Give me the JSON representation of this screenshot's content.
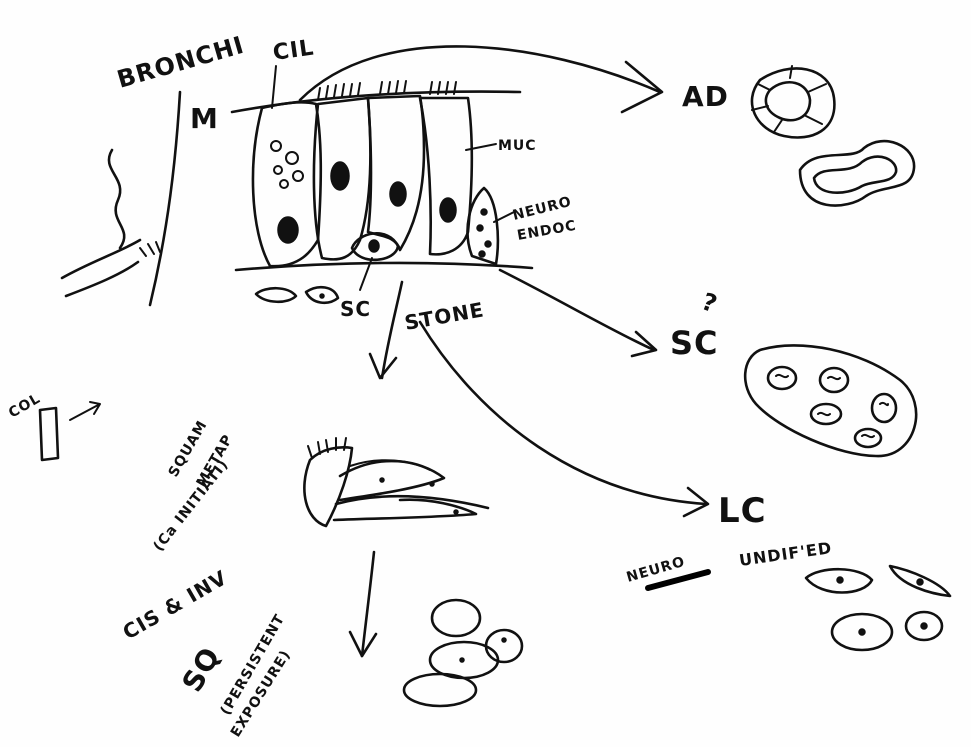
{
  "labels": {
    "bronchi": "BRONCHI",
    "cil": "CIL",
    "m": "M",
    "ad": "AD",
    "muc": "MUC",
    "neuroendoc_1": "NEURO",
    "neuroendoc_2": "ENDOC",
    "sc_small": "SC",
    "stone": "STONE",
    "sc_large": "SC",
    "question_mark": "?",
    "squam_1": "SQUAM",
    "squam_2": "METAP",
    "squam_3": "(Ca INITIATI)",
    "cis": "CIS & INV",
    "sq": "SQ",
    "persistent_1": "(PERSISTENT",
    "persistent_2": "EXPOSURE)",
    "lc": "LC",
    "neuro": "NEURO",
    "undif": "UNDIF'ED",
    "col": "COL"
  }
}
